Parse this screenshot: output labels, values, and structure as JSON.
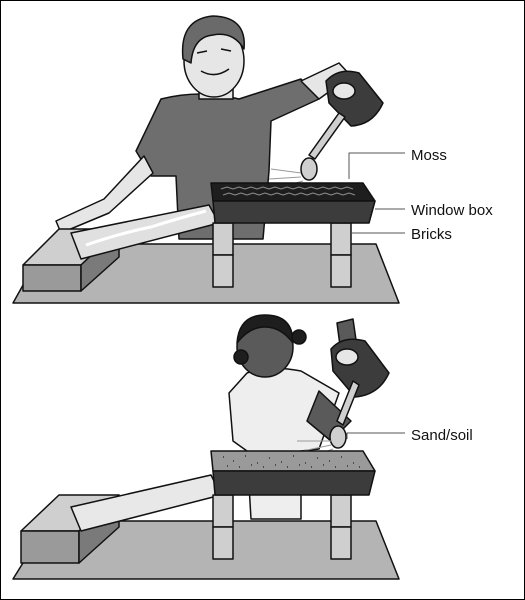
{
  "labels": {
    "moss": "Moss",
    "window_box": "Window box",
    "bricks": "Bricks",
    "sand_soil": "Sand/soil"
  },
  "colors": {
    "ground": "#b4b4b4",
    "outline": "#111111",
    "box_dark": "#3c3c3c",
    "brick": "#cfcfcf",
    "shirt": "#6e6e6e",
    "skin_light": "#e6e6e6",
    "skin_dark": "#5a5a5a"
  }
}
